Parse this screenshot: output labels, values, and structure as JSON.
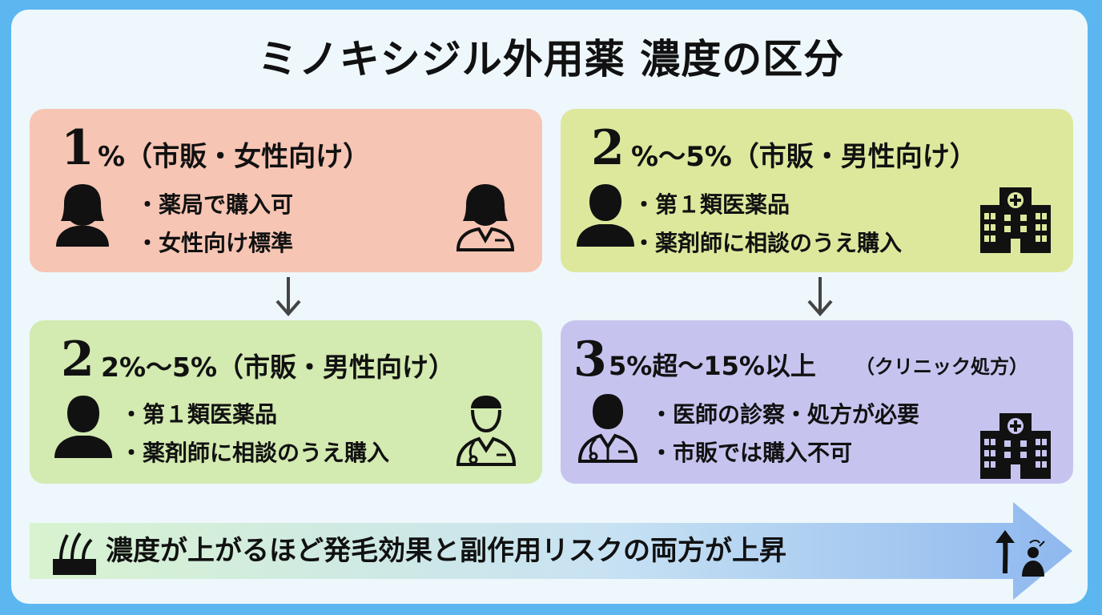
{
  "title": "ミノキシジル外用薬 濃度の区分",
  "cards": [
    {
      "number": "1",
      "heading": "%（市販・女性向け）",
      "bullets": [
        "・薬局で購入可",
        "・女性向け標準"
      ]
    },
    {
      "number": "2",
      "heading": "%〜5%（市販・男性向け）",
      "bullets": [
        "・第１類医薬品",
        "・薬剤師に相談のうえ購入"
      ]
    },
    {
      "number": "2",
      "heading": "2%〜5%（市販・男性向け）",
      "bullets": [
        "・第１類医薬品",
        "・薬剤師に相談のうえ購入"
      ]
    },
    {
      "number": "3",
      "heading": "5%超〜15%以上",
      "heading_note": "（クリニック処方）",
      "bullets": [
        "・医師の診察・処方が必要",
        "・市販では購入不可"
      ]
    }
  ],
  "banner": {
    "text": "濃度が上がるほど発毛効果と副作用リスクの両方が上昇"
  },
  "colors": {
    "background": "#5cb6f0",
    "card_1": "#f7c5b4",
    "card_2": "#dde89d",
    "card_3": "#d3eab0",
    "card_4": "#c6c4ef"
  }
}
